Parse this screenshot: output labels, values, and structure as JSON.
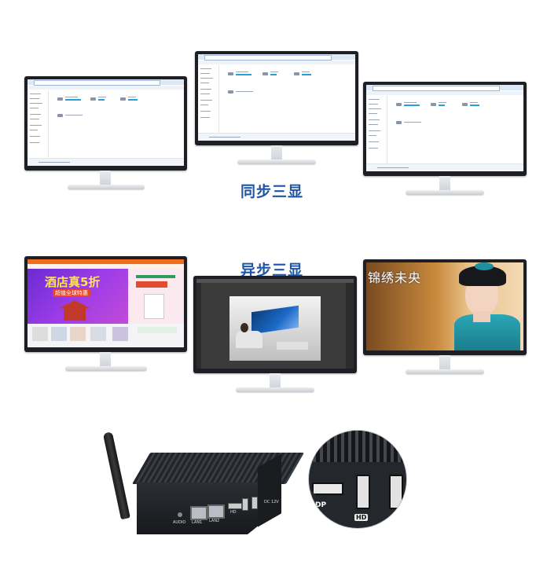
{
  "captions": {
    "synchronous": "同步三显",
    "asynchronous": "异步三显"
  },
  "pc_port_labels": {
    "audio": "AUDIO",
    "lan1": "LAN1",
    "lan2": "LAN2",
    "hd": "HD",
    "dc": "DC 12V"
  },
  "zoom_labels": {
    "dp": "DP",
    "hd": "HD"
  },
  "web_banner": {
    "headline": "酒店真5折",
    "sub": "超值全球特惠"
  },
  "drama_title": "锦绣未央",
  "colors": {
    "caption": "#1e56a6",
    "bezel": "#1d1f24",
    "orange": "#f26c1f"
  }
}
